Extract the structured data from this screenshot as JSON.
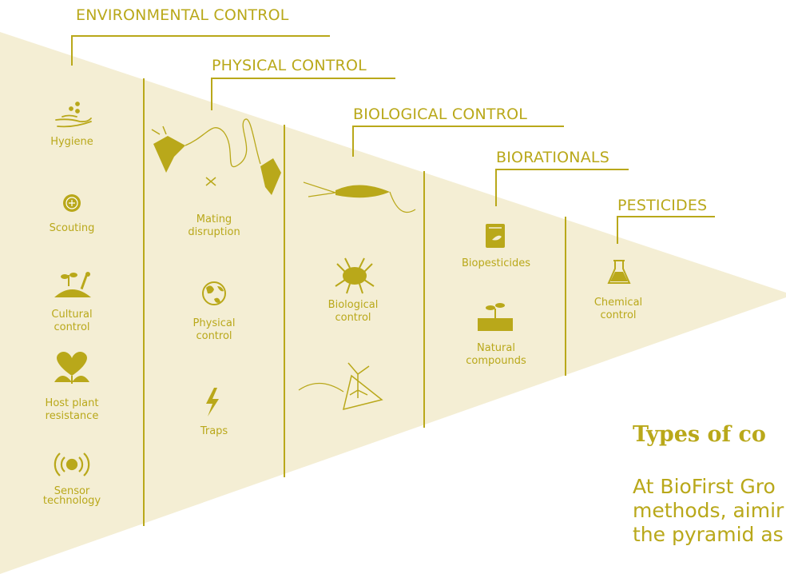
{
  "colors": {
    "accent": "#b9a81a",
    "triangle_fill": "#f4eed4",
    "background": "#ffffff"
  },
  "headers": {
    "environmental": "ENVIRONMENTAL CONTROL",
    "physical": "PHYSICAL CONTROL",
    "biological": "BIOLOGICAL CONTROL",
    "biorationals": "BIORATIONALS",
    "pesticides": "PESTICIDES"
  },
  "environmental_items": {
    "hygiene": "Hygiene",
    "scouting": "Scouting",
    "cultural_1": "Cultural",
    "cultural_2": "control",
    "host_1": "Host plant",
    "host_2": "resistance",
    "sensor_1": "Sensor",
    "sensor_2": "technology"
  },
  "physical_items": {
    "mating_1": "Mating",
    "mating_2": "disruption",
    "physical_1": "Physical",
    "physical_2": "control",
    "traps": "Traps"
  },
  "biological_items": {
    "bio_1": "Biological",
    "bio_2": "control"
  },
  "biorational_items": {
    "biopesticides": "Biopesticides",
    "natural_1": "Natural",
    "natural_2": "compounds"
  },
  "pesticide_items": {
    "chemical_1": "Chemical",
    "chemical_2": "control"
  },
  "types": {
    "title": "Types of co",
    "line_1": "At BioFirst Gro",
    "line_2": "methods, aimir",
    "line_3": "the pyramid as"
  }
}
